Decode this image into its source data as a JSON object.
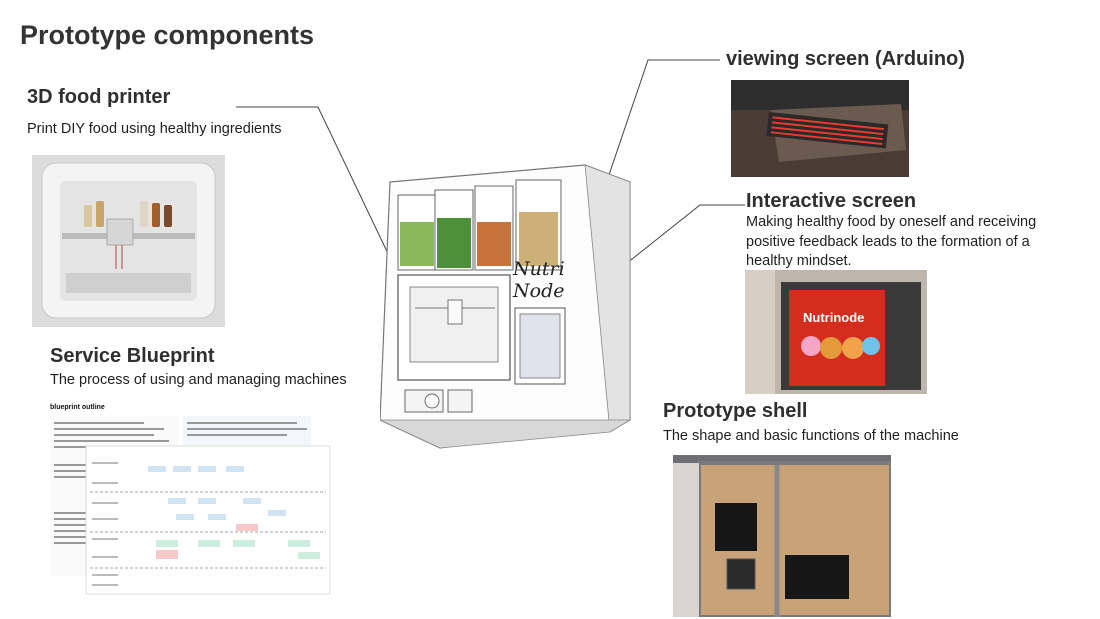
{
  "page_title": "Prototype components",
  "components": {
    "food_printer": {
      "heading": "3D food printer",
      "description": "Print DIY food using healthy ingredients"
    },
    "service_blueprint": {
      "heading": "Service Blueprint",
      "description": "The process of using and managing machines",
      "doc_title": "blueprint outline"
    },
    "viewing_screen": {
      "heading": "viewing screen (Arduino)"
    },
    "interactive_screen": {
      "heading": "Interactive screen",
      "description": "Making healthy food by oneself and receiving positive feedback leads to the formation of a healthy mindset.",
      "screen_text": "Nutrinode"
    },
    "prototype_shell": {
      "heading": "Prototype shell",
      "description": "The shape and basic functions of the machine"
    },
    "sketch": {
      "brand_line1": "Nutri",
      "brand_line2": "Node"
    }
  }
}
